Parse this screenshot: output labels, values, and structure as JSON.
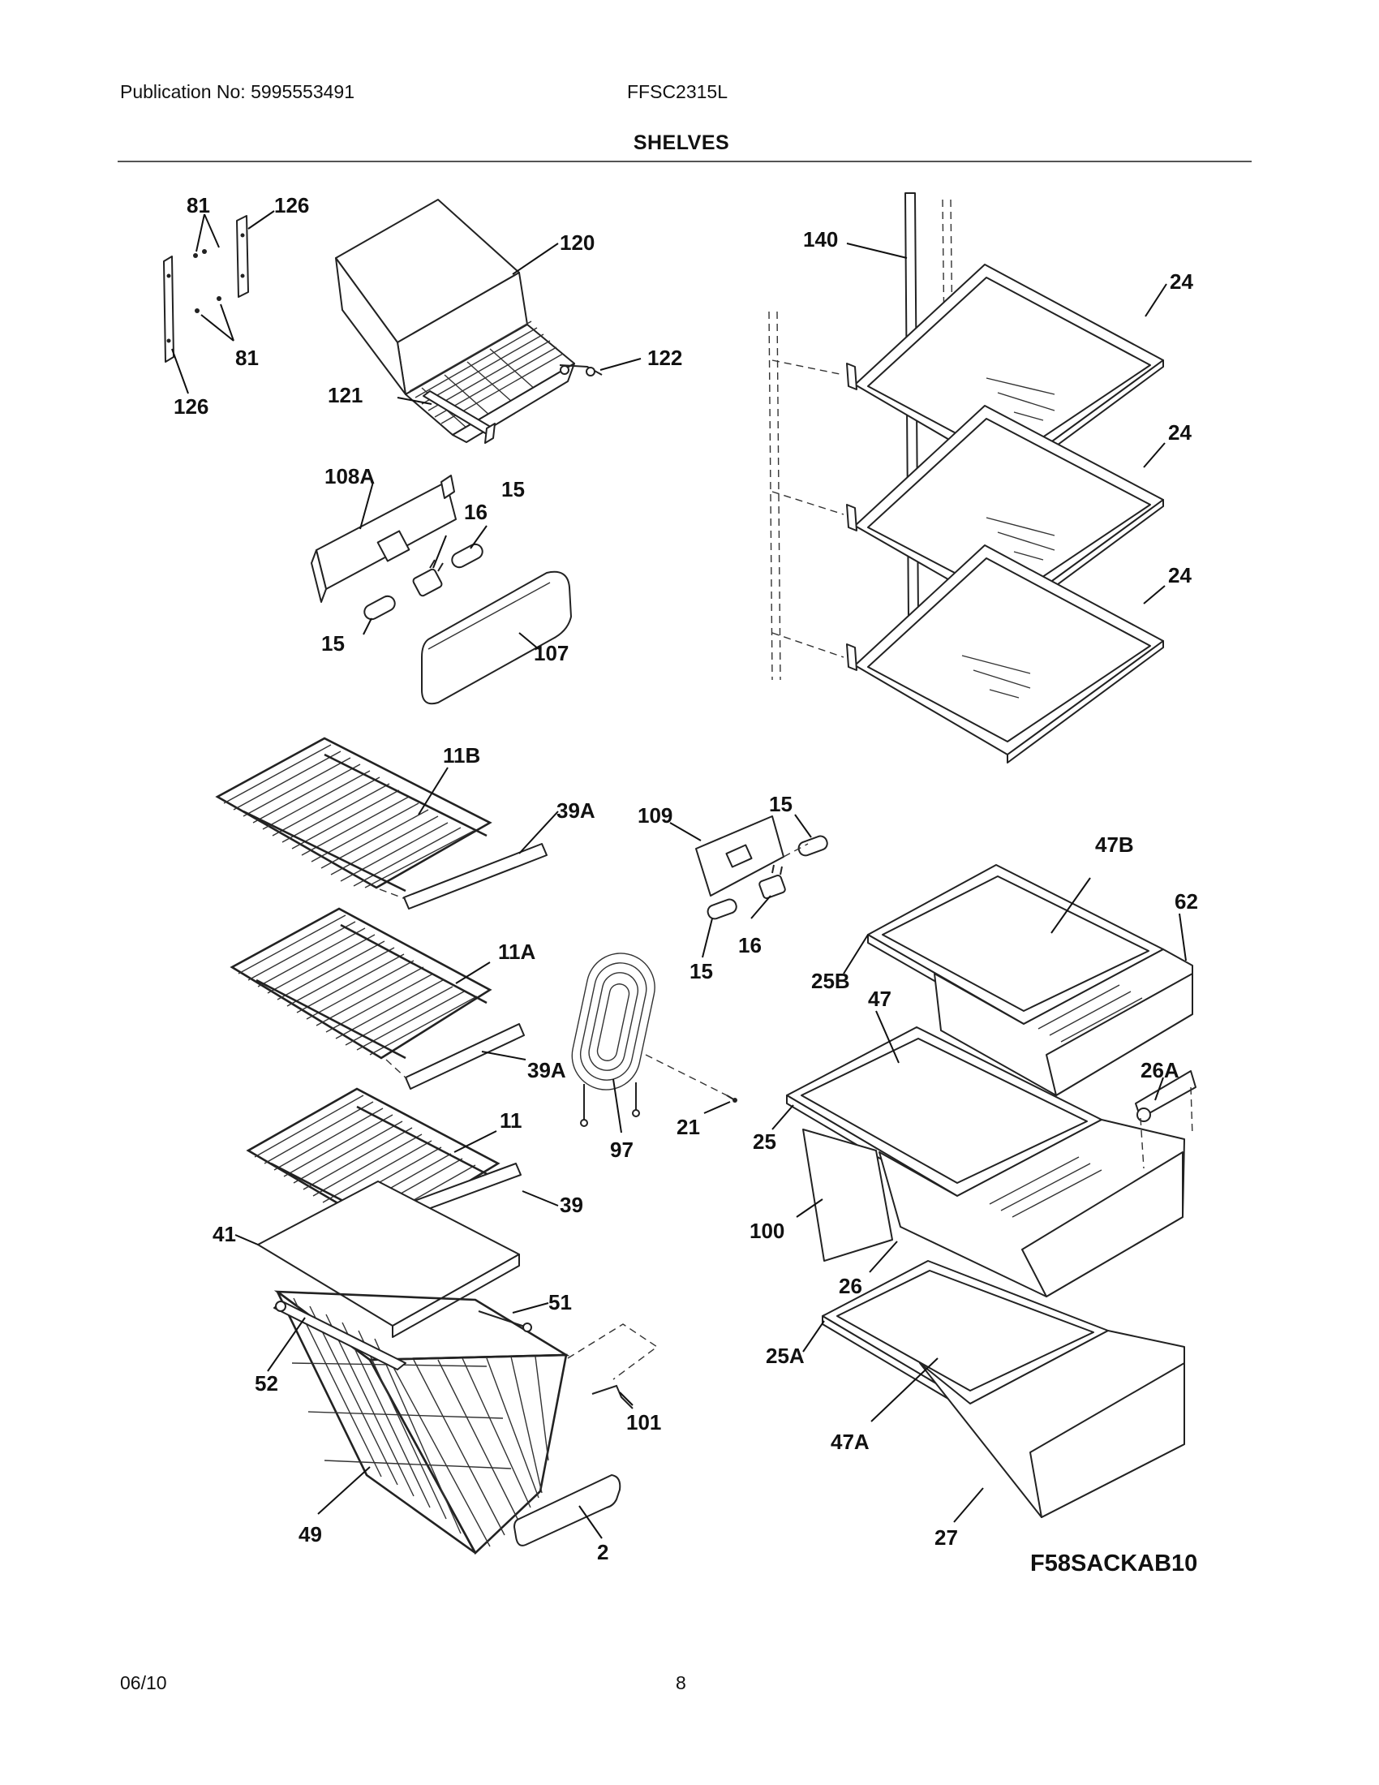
{
  "header": {
    "publication": "Publication No: 5995553491",
    "model": "FFSC2315L",
    "section_title": "SHELVES"
  },
  "footer": {
    "date": "06/10",
    "page_number": "8"
  },
  "diagram": {
    "code": "F58SACKAB10",
    "callouts": {
      "c81a": "81",
      "c126a": "126",
      "c120": "120",
      "c140": "140",
      "c24a": "24",
      "c81b": "81",
      "c122": "122",
      "c126b": "126",
      "c121": "121",
      "c108a": "108A",
      "c15a": "15",
      "c16a": "16",
      "c24b": "24",
      "c15b": "15",
      "c107": "107",
      "c24c": "24",
      "c11b": "11B",
      "c39aa": "39A",
      "c109": "109",
      "c15c": "15",
      "c47b": "47B",
      "c62": "62",
      "c11a": "11A",
      "c15d": "15",
      "c16b": "16",
      "c25b": "25B",
      "c47": "47",
      "c39ab": "39A",
      "c26a": "26A",
      "c11": "11",
      "c21": "21",
      "c97": "97",
      "c25": "25",
      "c39": "39",
      "c41": "41",
      "c100": "100",
      "c26": "26",
      "c51": "51",
      "c52": "52",
      "c101": "101",
      "c25a": "25A",
      "c47a": "47A",
      "c49": "49",
      "c2": "2",
      "c27": "27"
    }
  }
}
